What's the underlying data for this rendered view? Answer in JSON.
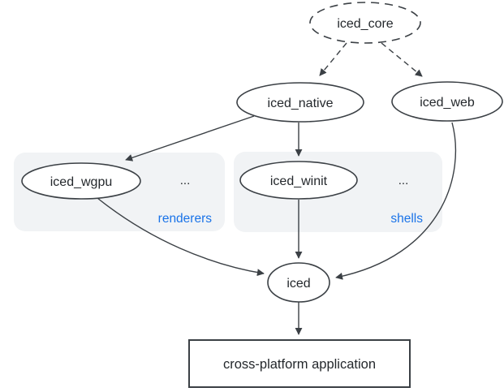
{
  "diagram": {
    "nodes": {
      "iced_core": "iced_core",
      "iced_native": "iced_native",
      "iced_web": "iced_web",
      "iced_wgpu": "iced_wgpu",
      "iced_winit": "iced_winit",
      "iced": "iced",
      "application": "cross-platform application"
    },
    "groups": {
      "renderers": {
        "label": "renderers",
        "more": "..."
      },
      "shells": {
        "label": "shells",
        "more": "..."
      }
    },
    "colors": {
      "background": "#ffffff",
      "node_fill": "#ffffff",
      "node_stroke": "#3b4045",
      "edge": "#3b4045",
      "text": "#24282c",
      "group_fill": "#f1f3f5",
      "group_label": "#1a73e8"
    }
  }
}
